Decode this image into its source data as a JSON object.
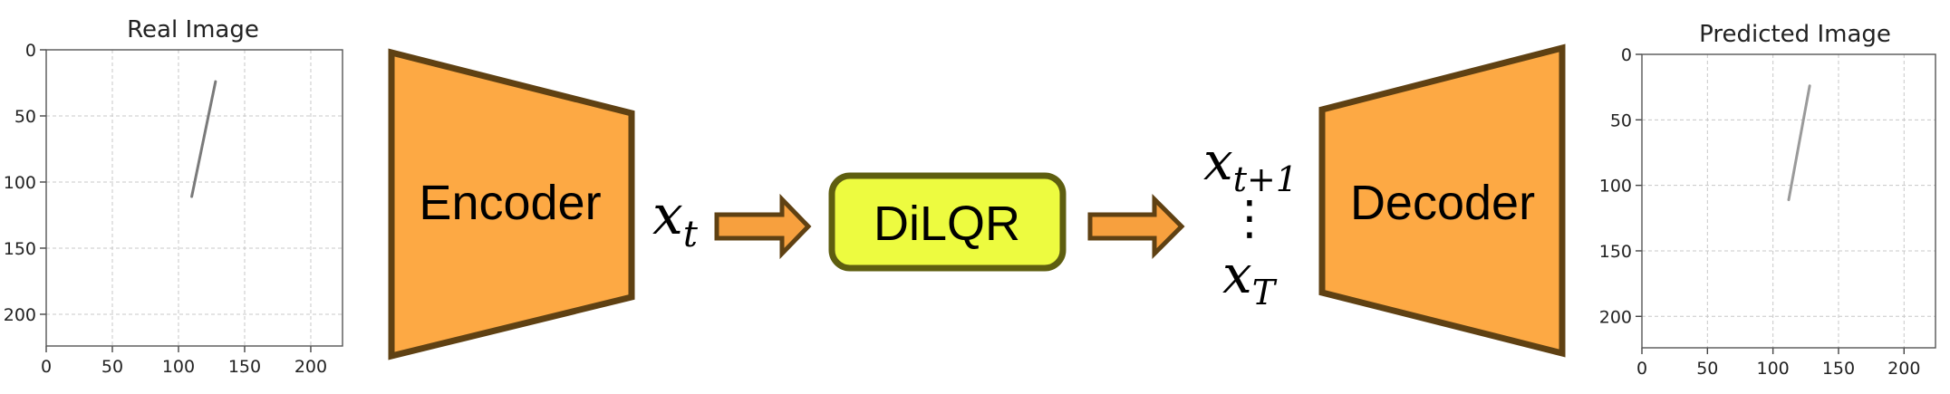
{
  "diagram": {
    "encoder_label": "Encoder",
    "decoder_label": "Decoder",
    "dilqr_label": "DiLQR",
    "input_state": {
      "base": "x",
      "sub": "t"
    },
    "output_states": [
      {
        "base": "x",
        "sub": "t+1"
      },
      {
        "base": "x",
        "sub": "T"
      }
    ],
    "ellipsis": "⋮",
    "colors": {
      "trapezoid_fill": "#FDA944",
      "trapezoid_stroke": "#5F4113",
      "arrow_fill": "#F7A03E",
      "arrow_stroke": "#5F4113",
      "dilqr_fill": "#EDFB40",
      "dilqr_stroke": "#5E5E10"
    }
  },
  "chart_data": [
    {
      "type": "image",
      "title": "Real Image",
      "xlim": [
        0,
        224
      ],
      "ylim": [
        224,
        0
      ],
      "xticks": [
        0,
        50,
        100,
        150,
        200
      ],
      "yticks": [
        0,
        50,
        100,
        150,
        200
      ],
      "grid": true,
      "line_segment": {
        "x": [
          110,
          128
        ],
        "y": [
          111,
          24
        ]
      },
      "line_color": "#7a7a7a"
    },
    {
      "type": "image",
      "title": "Predicted Image",
      "xlim": [
        0,
        224
      ],
      "ylim": [
        224,
        0
      ],
      "xticks": [
        0,
        50,
        100,
        150,
        200
      ],
      "yticks": [
        0,
        50,
        100,
        150,
        200
      ],
      "grid": true,
      "line_segment": {
        "x": [
          112,
          128
        ],
        "y": [
          111,
          24
        ]
      },
      "line_color": "#9a9a9a"
    }
  ]
}
